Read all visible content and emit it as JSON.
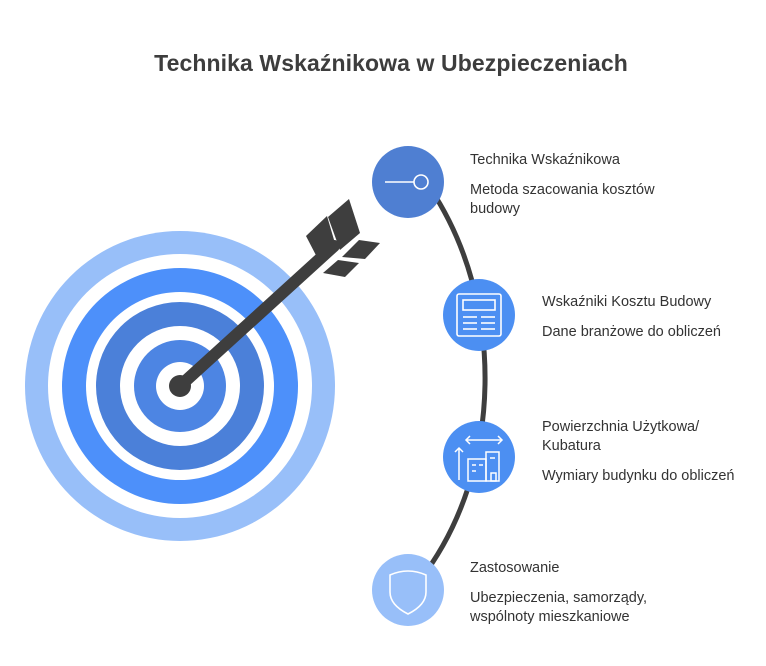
{
  "title": "Technika Wskaźnikowa w Ubezpieczeniach",
  "colors": {
    "outer_ring": "#98bff9",
    "ring_blue": "#4d90fa",
    "ring_blue_dark": "#4b80d9",
    "circle_step1": "#4f7fd2",
    "circle_step2": "#4c8ff2",
    "circle_step3": "#4c8ff2",
    "circle_step4": "#98bff9",
    "arrow": "#3e3e3e",
    "text": "#333333"
  },
  "items": [
    {
      "icon": "key-icon",
      "heading": "Technika Wskaźnikowa",
      "description": "Metoda szacowania kosztów\nbudowy"
    },
    {
      "icon": "document-icon",
      "heading": "Wskaźniki Kosztu Budowy",
      "description": "Dane branżowe do obliczeń"
    },
    {
      "icon": "building-measure-icon",
      "heading": "Powierzchnia Użytkowa/\nKubatura",
      "description": "Wymiary budynku do obliczeń"
    },
    {
      "icon": "shield-icon",
      "heading": "Zastosowanie",
      "description": "Ubezpieczenia, samorządy,\nwspólnoty mieszkaniowe"
    }
  ]
}
